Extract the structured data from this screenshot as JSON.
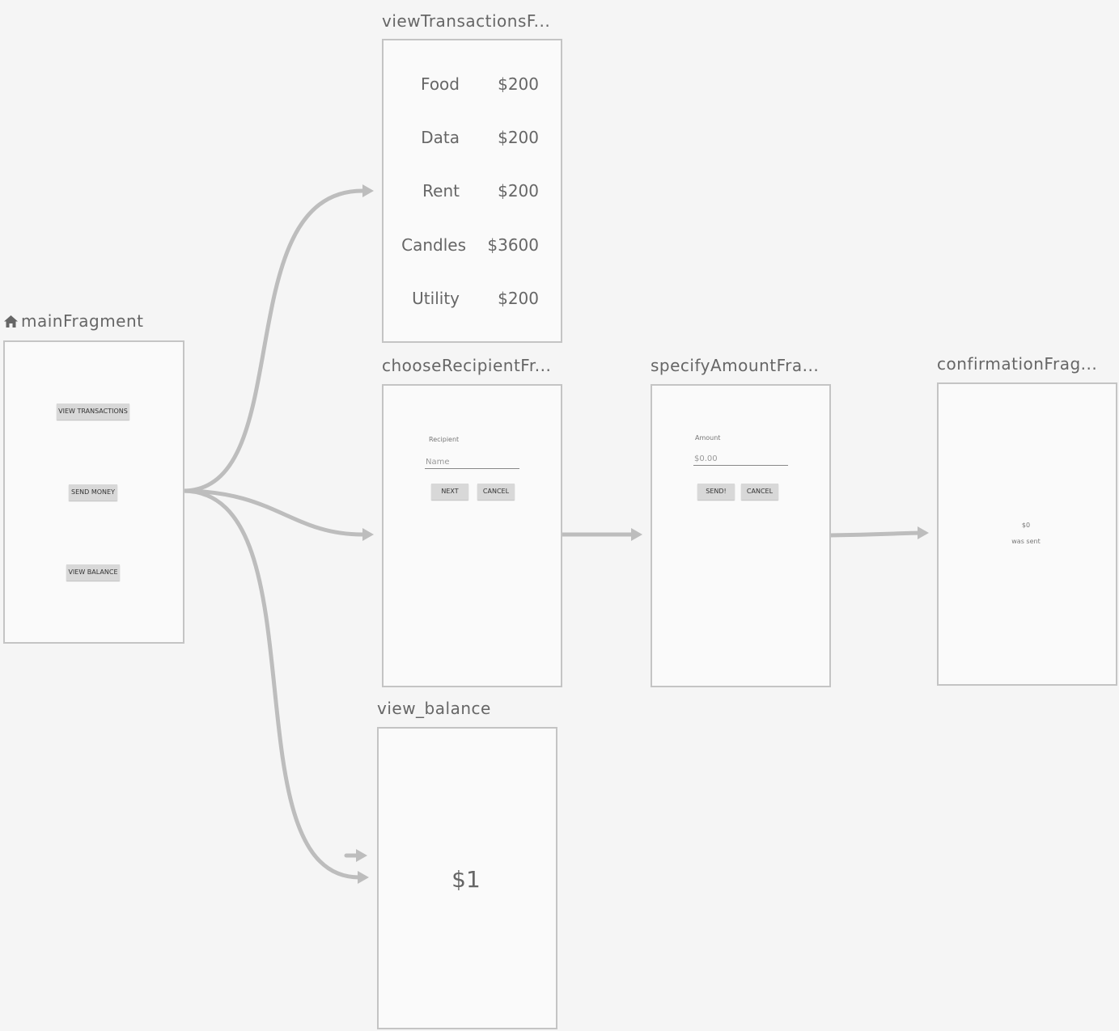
{
  "destinations": {
    "main": {
      "title": "mainFragment",
      "buttons": [
        "VIEW TRANSACTIONS",
        "SEND MONEY",
        "VIEW BALANCE"
      ]
    },
    "view_transactions": {
      "title": "viewTransactionsF...",
      "rows": [
        {
          "label": "Food",
          "amount": "$200"
        },
        {
          "label": "Data",
          "amount": "$200"
        },
        {
          "label": "Rent",
          "amount": "$200"
        },
        {
          "label": "Candles",
          "amount": "$3600"
        },
        {
          "label": "Utility",
          "amount": "$200"
        }
      ]
    },
    "choose_recipient": {
      "title": "chooseRecipientFr...",
      "label": "Recipient",
      "input_placeholder": "Name",
      "next_label": "NEXT",
      "cancel_label": "CANCEL"
    },
    "specify_amount": {
      "title": "specifyAmountFra...",
      "label": "Amount",
      "input_placeholder": "$0.00",
      "send_label": "SEND!",
      "cancel_label": "CANCEL"
    },
    "confirmation": {
      "title": "confirmationFrag...",
      "amount": "$0",
      "message": "was sent"
    },
    "view_balance": {
      "title": "view_balance",
      "balance": "$1"
    }
  },
  "icons": {
    "start_destination": "home-icon",
    "action": "arrow-icon"
  },
  "colors": {
    "background": "#f5f5f5",
    "frame_border": "#c4c4c4",
    "arrow": "#bdbdbd",
    "title_text": "#666666"
  }
}
